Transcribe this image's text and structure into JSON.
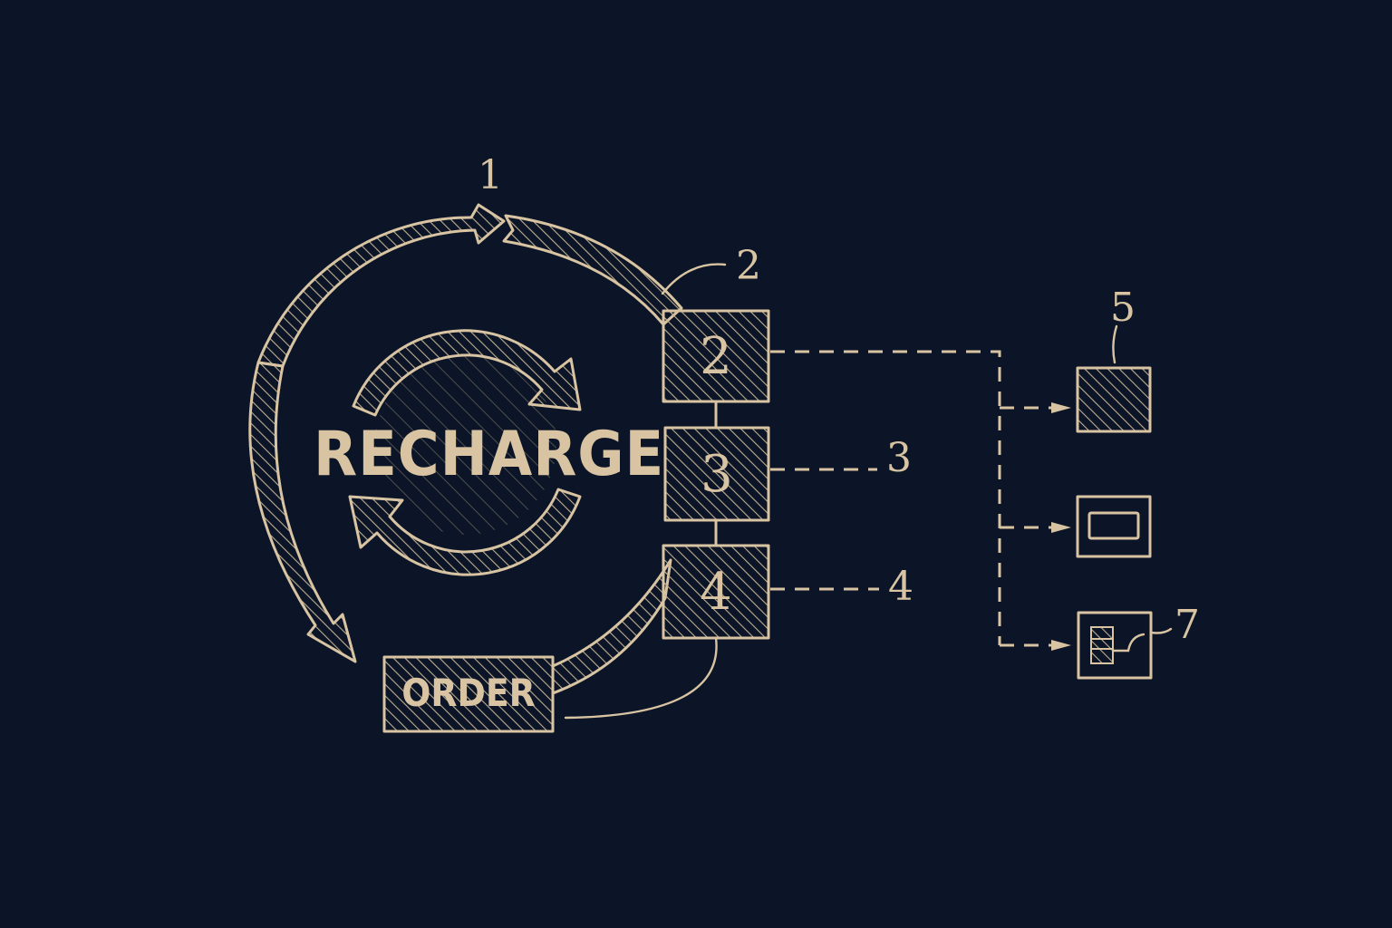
{
  "diagram": {
    "title": "",
    "background_color": "#0b1527",
    "ink_color": "#d8c4a2",
    "central_cycle": {
      "label": "RECHARGE",
      "icon": "refresh-cycle-icon"
    },
    "order_box": {
      "label": "ORDER"
    },
    "outer_cycle_label": "1",
    "steps": [
      {
        "id": "step-2",
        "box_label": "2",
        "callout": "2"
      },
      {
        "id": "step-3",
        "box_label": "3",
        "callout": "3"
      },
      {
        "id": "step-4",
        "box_label": "4",
        "callout": "4"
      }
    ],
    "outputs": [
      {
        "id": "output-5",
        "callout": "5",
        "style": "hatched-square"
      },
      {
        "id": "output-6",
        "callout": "",
        "style": "framed-rectangle"
      },
      {
        "id": "output-7",
        "callout": "7",
        "style": "panel-with-striped-block"
      }
    ]
  }
}
